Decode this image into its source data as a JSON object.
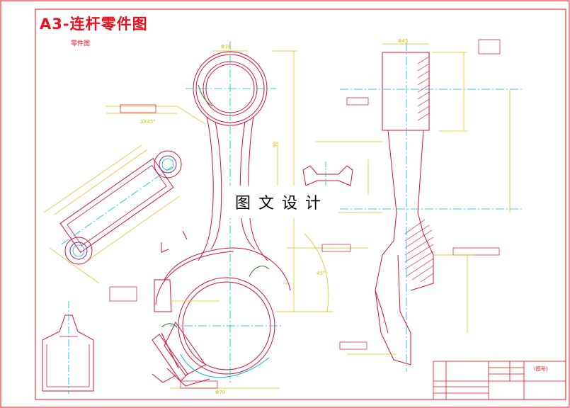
{
  "sheet": {
    "title": "A3-连杆零件图",
    "subtitle": "零件图",
    "watermark": "图文设计"
  },
  "dimensions": {
    "d1": "Φ38",
    "d2": "Φ45",
    "d3": "90",
    "d4": "3X45°",
    "d5": "Φ70",
    "d6": "45°",
    "d7": "(图号)"
  },
  "colors": {
    "background": "#ffffff",
    "border": "#e8101a",
    "part": "#d2103a",
    "dimension": "#d4c000",
    "centerline": "#00b8d8",
    "hatch": "#d2103a",
    "detail": "#2a7a20"
  }
}
